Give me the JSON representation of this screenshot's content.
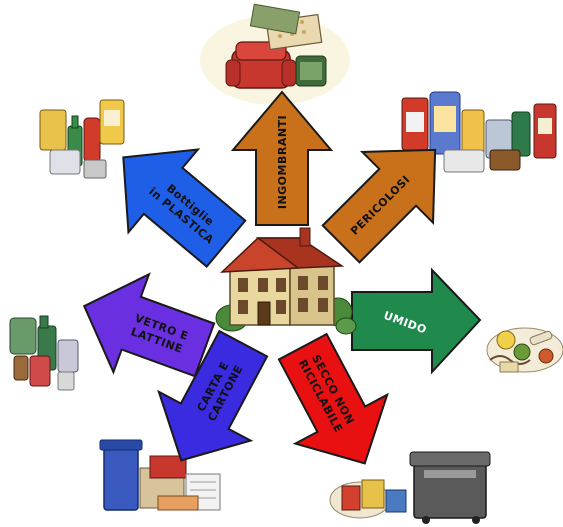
{
  "diagram": {
    "center": {
      "icon": "house-icon"
    },
    "arrows": [
      {
        "key": "ingombranti",
        "lines": [
          "INGOMBRANTI"
        ],
        "color": "#c8711a",
        "icon": "furniture-icon"
      },
      {
        "key": "pericolosi",
        "lines": [
          "PERICOLOSI"
        ],
        "color": "#c8711a",
        "icon": "hazardous-bottles-icon"
      },
      {
        "key": "umido",
        "lines": [
          "UMIDO"
        ],
        "color": "#1f8a4c",
        "icon": "organic-waste-icon"
      },
      {
        "key": "secco",
        "lines": [
          "SECCO NON",
          "RICICLABILE"
        ],
        "color": "#e81010",
        "icon": "dumpster-icon"
      },
      {
        "key": "carta",
        "lines": [
          "CARTA E",
          "CARTONE"
        ],
        "color": "#3a2ae0",
        "icon": "paper-bin-icon"
      },
      {
        "key": "vetro",
        "lines": [
          "VETRO E",
          "LATTINE"
        ],
        "color": "#6a2fe0",
        "icon": "glass-cans-icon"
      },
      {
        "key": "plastica",
        "lines": [
          "Bottiglie",
          "in PLASTICA"
        ],
        "color": "#1f5fe8",
        "icon": "plastic-bottles-icon"
      }
    ]
  }
}
